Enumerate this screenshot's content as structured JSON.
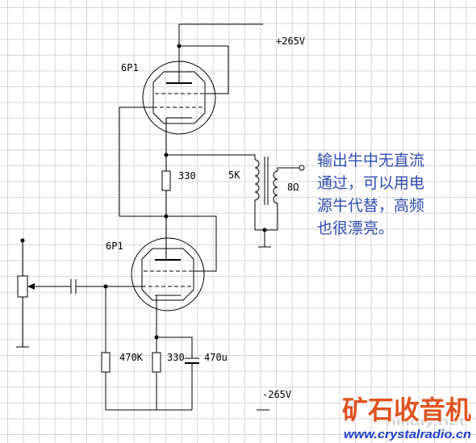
{
  "schematic": {
    "supply": {
      "positive": "+265V",
      "negative": "-265V"
    },
    "upper_tube": {
      "label": "6P1"
    },
    "lower_tube": {
      "label": "6P1"
    },
    "upper_resistor": {
      "value": "330"
    },
    "output_transformer": {
      "primary": "5K",
      "secondary": "8Ω"
    },
    "grid_resistor": {
      "value": "470K"
    },
    "cathode_resistor": {
      "value": "330"
    },
    "cathode_capacitor": {
      "value": "470u"
    },
    "note": {
      "lines": [
        "输出牛中无直流",
        "通过，可以用电",
        "源牛代替，高频",
        "也很漂亮。"
      ]
    }
  },
  "watermark": {
    "logo_text": "矿石收音机",
    "site_url": "www.crystalradio.cn",
    "faint_text": "hifidiy.net"
  },
  "icons": {
    "ground": "ground-icon",
    "wiper": "wiper-arrow-icon"
  },
  "colors": {
    "background": "#ffffff",
    "grid": "#d4d4d4",
    "wire": "#000000",
    "note": "#2f4db3",
    "logo": "#e0521f",
    "logo_url": "#1f3fc8",
    "watermark": "#c8c8c8"
  }
}
